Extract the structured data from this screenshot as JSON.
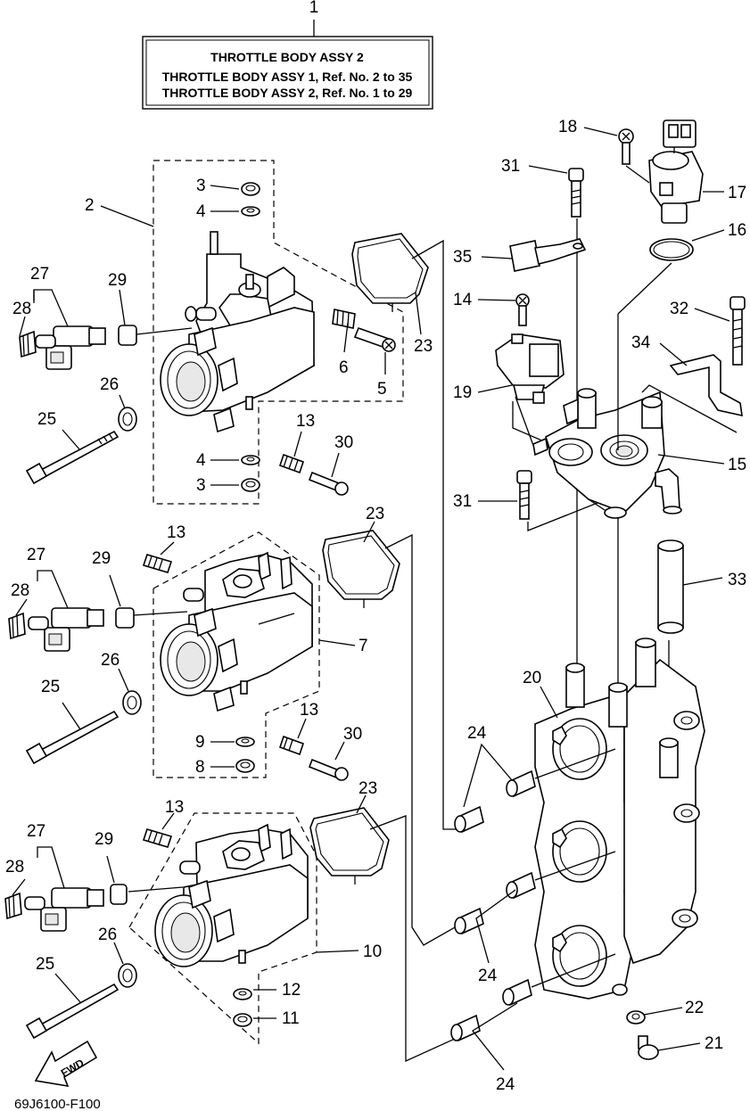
{
  "title_box": {
    "line1": "THROTTLE  BODY ASSY 2",
    "line2": "THROTTLE BODY ASSY 1, Ref. No. 2 to 35",
    "line3": "THROTTLE BODY ASSY 2, Ref. No. 1 to 29"
  },
  "fwd_label": "FWD",
  "diagram_code": "69J6100-F100",
  "callouts": {
    "c1": "1",
    "c2": "2",
    "c3a": "3",
    "c4a": "4",
    "c27a": "27",
    "c28a": "28",
    "c29a": "29",
    "c6": "6",
    "c5": "5",
    "c23a": "23",
    "c26a": "26",
    "c25a": "25",
    "c13a": "13",
    "c30a": "30",
    "c4b": "4",
    "c3b": "3",
    "c23b": "23",
    "c13b": "13",
    "c27b": "27",
    "c29b": "29",
    "c28b": "28",
    "c7": "7",
    "c26b": "26",
    "c25b": "25",
    "c13c": "13",
    "c30b": "30",
    "c9": "9",
    "c8": "8",
    "c23c": "23",
    "c13d": "13",
    "c27c": "27",
    "c29c": "29",
    "c28c": "28",
    "c26c": "26",
    "c10": "10",
    "c25c": "25",
    "c12": "12",
    "c11": "11",
    "c18": "18",
    "c31a": "31",
    "c17": "17",
    "c16": "16",
    "c35": "35",
    "c14": "14",
    "c32": "32",
    "c34": "34",
    "c19": "19",
    "c15": "15",
    "c31b": "31",
    "c33": "33",
    "c20": "20",
    "c24a": "24",
    "c24b": "24",
    "c22": "22",
    "c21": "21",
    "c24c": "24"
  }
}
